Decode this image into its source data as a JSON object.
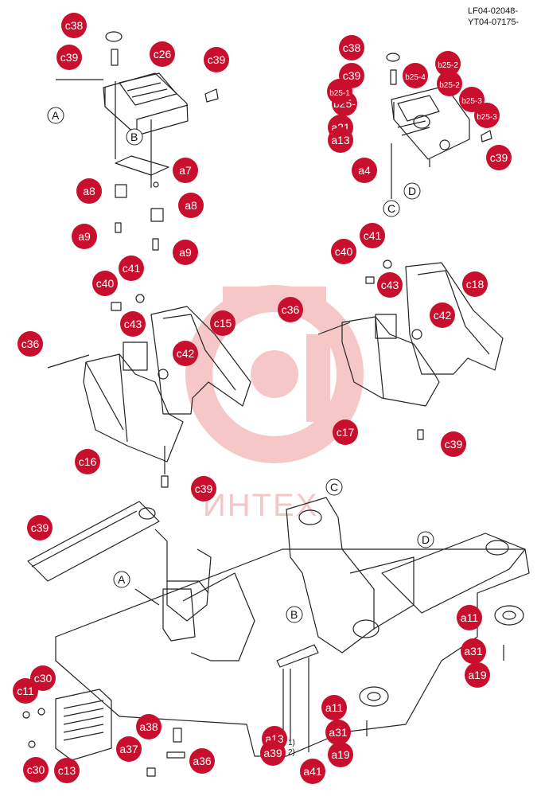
{
  "document": {
    "refs": [
      "LF04-02048-",
      "YT04-07175-"
    ],
    "watermark_text": "ИНТЕХ",
    "colors": {
      "callout": "#c8102e",
      "line": "#222222",
      "watermark": "#f4b5b5"
    }
  },
  "callouts": [
    {
      "id": "c38",
      "label": "c38"
    },
    {
      "id": "c39a",
      "label": "c39"
    },
    {
      "id": "c26",
      "label": "c26"
    },
    {
      "id": "c39b",
      "label": "c39"
    },
    {
      "id": "a7",
      "label": "a7"
    },
    {
      "id": "a8a",
      "label": "a8"
    },
    {
      "id": "a8b",
      "label": "a8"
    },
    {
      "id": "a9a",
      "label": "a9"
    },
    {
      "id": "a9b",
      "label": "a9"
    },
    {
      "id": "c38b",
      "label": "c38"
    },
    {
      "id": "c39c",
      "label": "c39"
    },
    {
      "id": "b25a",
      "label": "b25-4"
    },
    {
      "id": "b25b",
      "label": "b25-2"
    },
    {
      "id": "b25c",
      "label": "b25-"
    },
    {
      "id": "b25d",
      "label": "b25-1"
    },
    {
      "id": "b25e",
      "label": "b25-2"
    },
    {
      "id": "b25f",
      "label": "b25-3"
    },
    {
      "id": "b25g",
      "label": "b25-3"
    },
    {
      "id": "a21",
      "label": "a21"
    },
    {
      "id": "a13a",
      "label": "a13"
    },
    {
      "id": "c39d",
      "label": "c39"
    },
    {
      "id": "a4",
      "label": "a4"
    },
    {
      "id": "c41a",
      "label": "c41"
    },
    {
      "id": "c40a",
      "label": "c40"
    },
    {
      "id": "c43a",
      "label": "c43"
    },
    {
      "id": "c18",
      "label": "c18"
    },
    {
      "id": "c36a",
      "label": "c36"
    },
    {
      "id": "c42a",
      "label": "c42"
    },
    {
      "id": "c17",
      "label": "c17"
    },
    {
      "id": "c39e",
      "label": "c39"
    },
    {
      "id": "c41b",
      "label": "c41"
    },
    {
      "id": "c40b",
      "label": "c40"
    },
    {
      "id": "c43b",
      "label": "c43"
    },
    {
      "id": "c15",
      "label": "c15"
    },
    {
      "id": "c36b",
      "label": "c36"
    },
    {
      "id": "c42b",
      "label": "c42"
    },
    {
      "id": "c16",
      "label": "c16"
    },
    {
      "id": "c39f",
      "label": "c39"
    },
    {
      "id": "c39g",
      "label": "c39"
    },
    {
      "id": "a11a",
      "label": "a11"
    },
    {
      "id": "a31a",
      "label": "a31"
    },
    {
      "id": "a19a",
      "label": "a19"
    },
    {
      "id": "c11",
      "label": "c11"
    },
    {
      "id": "c30a",
      "label": "c30"
    },
    {
      "id": "c30b",
      "label": "c30"
    },
    {
      "id": "c13",
      "label": "c13"
    },
    {
      "id": "a38",
      "label": "a38"
    },
    {
      "id": "a37",
      "label": "a37"
    },
    {
      "id": "a36",
      "label": "a36"
    },
    {
      "id": "a13b",
      "label": "a13"
    },
    {
      "id": "a39",
      "label": "a39"
    },
    {
      "id": "a11b",
      "label": "a11"
    },
    {
      "id": "a31b",
      "label": "a31"
    },
    {
      "id": "a19b",
      "label": "a19"
    },
    {
      "id": "a41",
      "label": "a41"
    }
  ],
  "letters": [
    {
      "id": "A1",
      "label": "A"
    },
    {
      "id": "B1",
      "label": "B"
    },
    {
      "id": "C1",
      "label": "C"
    },
    {
      "id": "D1",
      "label": "D"
    },
    {
      "id": "C2",
      "label": "C"
    },
    {
      "id": "D2",
      "label": "D"
    },
    {
      "id": "A2",
      "label": "A"
    },
    {
      "id": "B2",
      "label": "B"
    }
  ],
  "notes": [
    {
      "id": "n1",
      "label": "1)"
    },
    {
      "id": "n2",
      "label": "2)"
    }
  ]
}
